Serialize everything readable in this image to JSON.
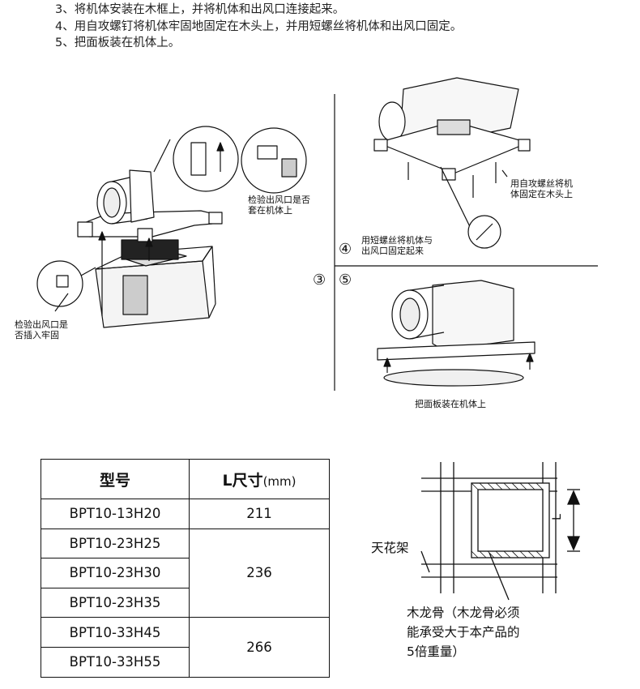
{
  "steps": [
    "3、将机体安装在木框上，并将机体和出风口连接起来。",
    "4、用自攻螺钉将机体牢固地固定在木头上，并用短螺丝将机体和出风口固定。",
    "5、把面板装在机体上。"
  ],
  "figure_labels": {
    "check_outlet_top": [
      "检验出风口是否",
      "套在机体上"
    ],
    "check_outlet_left": [
      "检验出风口是",
      "否插入牢固"
    ],
    "self_tap_screw": [
      "用自攻螺丝将机",
      "体固定在木头上"
    ],
    "short_screw": [
      "用短螺丝将机体与",
      "出风口固定起来"
    ],
    "panel_install": "把面板装在机体上",
    "step_num_3": "③",
    "step_num_4": "④",
    "step_num_5": "⑤"
  },
  "table": {
    "header_model": "型号",
    "header_size": "L尺寸",
    "header_unit": "(mm)",
    "models": [
      "BPT10-13H20",
      "BPT10-23H25",
      "BPT10-23H30",
      "BPT10-23H35",
      "BPT10-33H45",
      "BPT10-33H55"
    ],
    "sizes": [
      "211",
      "236",
      "266"
    ]
  },
  "frame_diagram": {
    "ceiling_frame_label": "天花架",
    "dimension_label": "L",
    "joist_note": [
      "木龙骨（木龙骨必须",
      "能承受大于本产品的",
      "5倍重量）"
    ]
  }
}
